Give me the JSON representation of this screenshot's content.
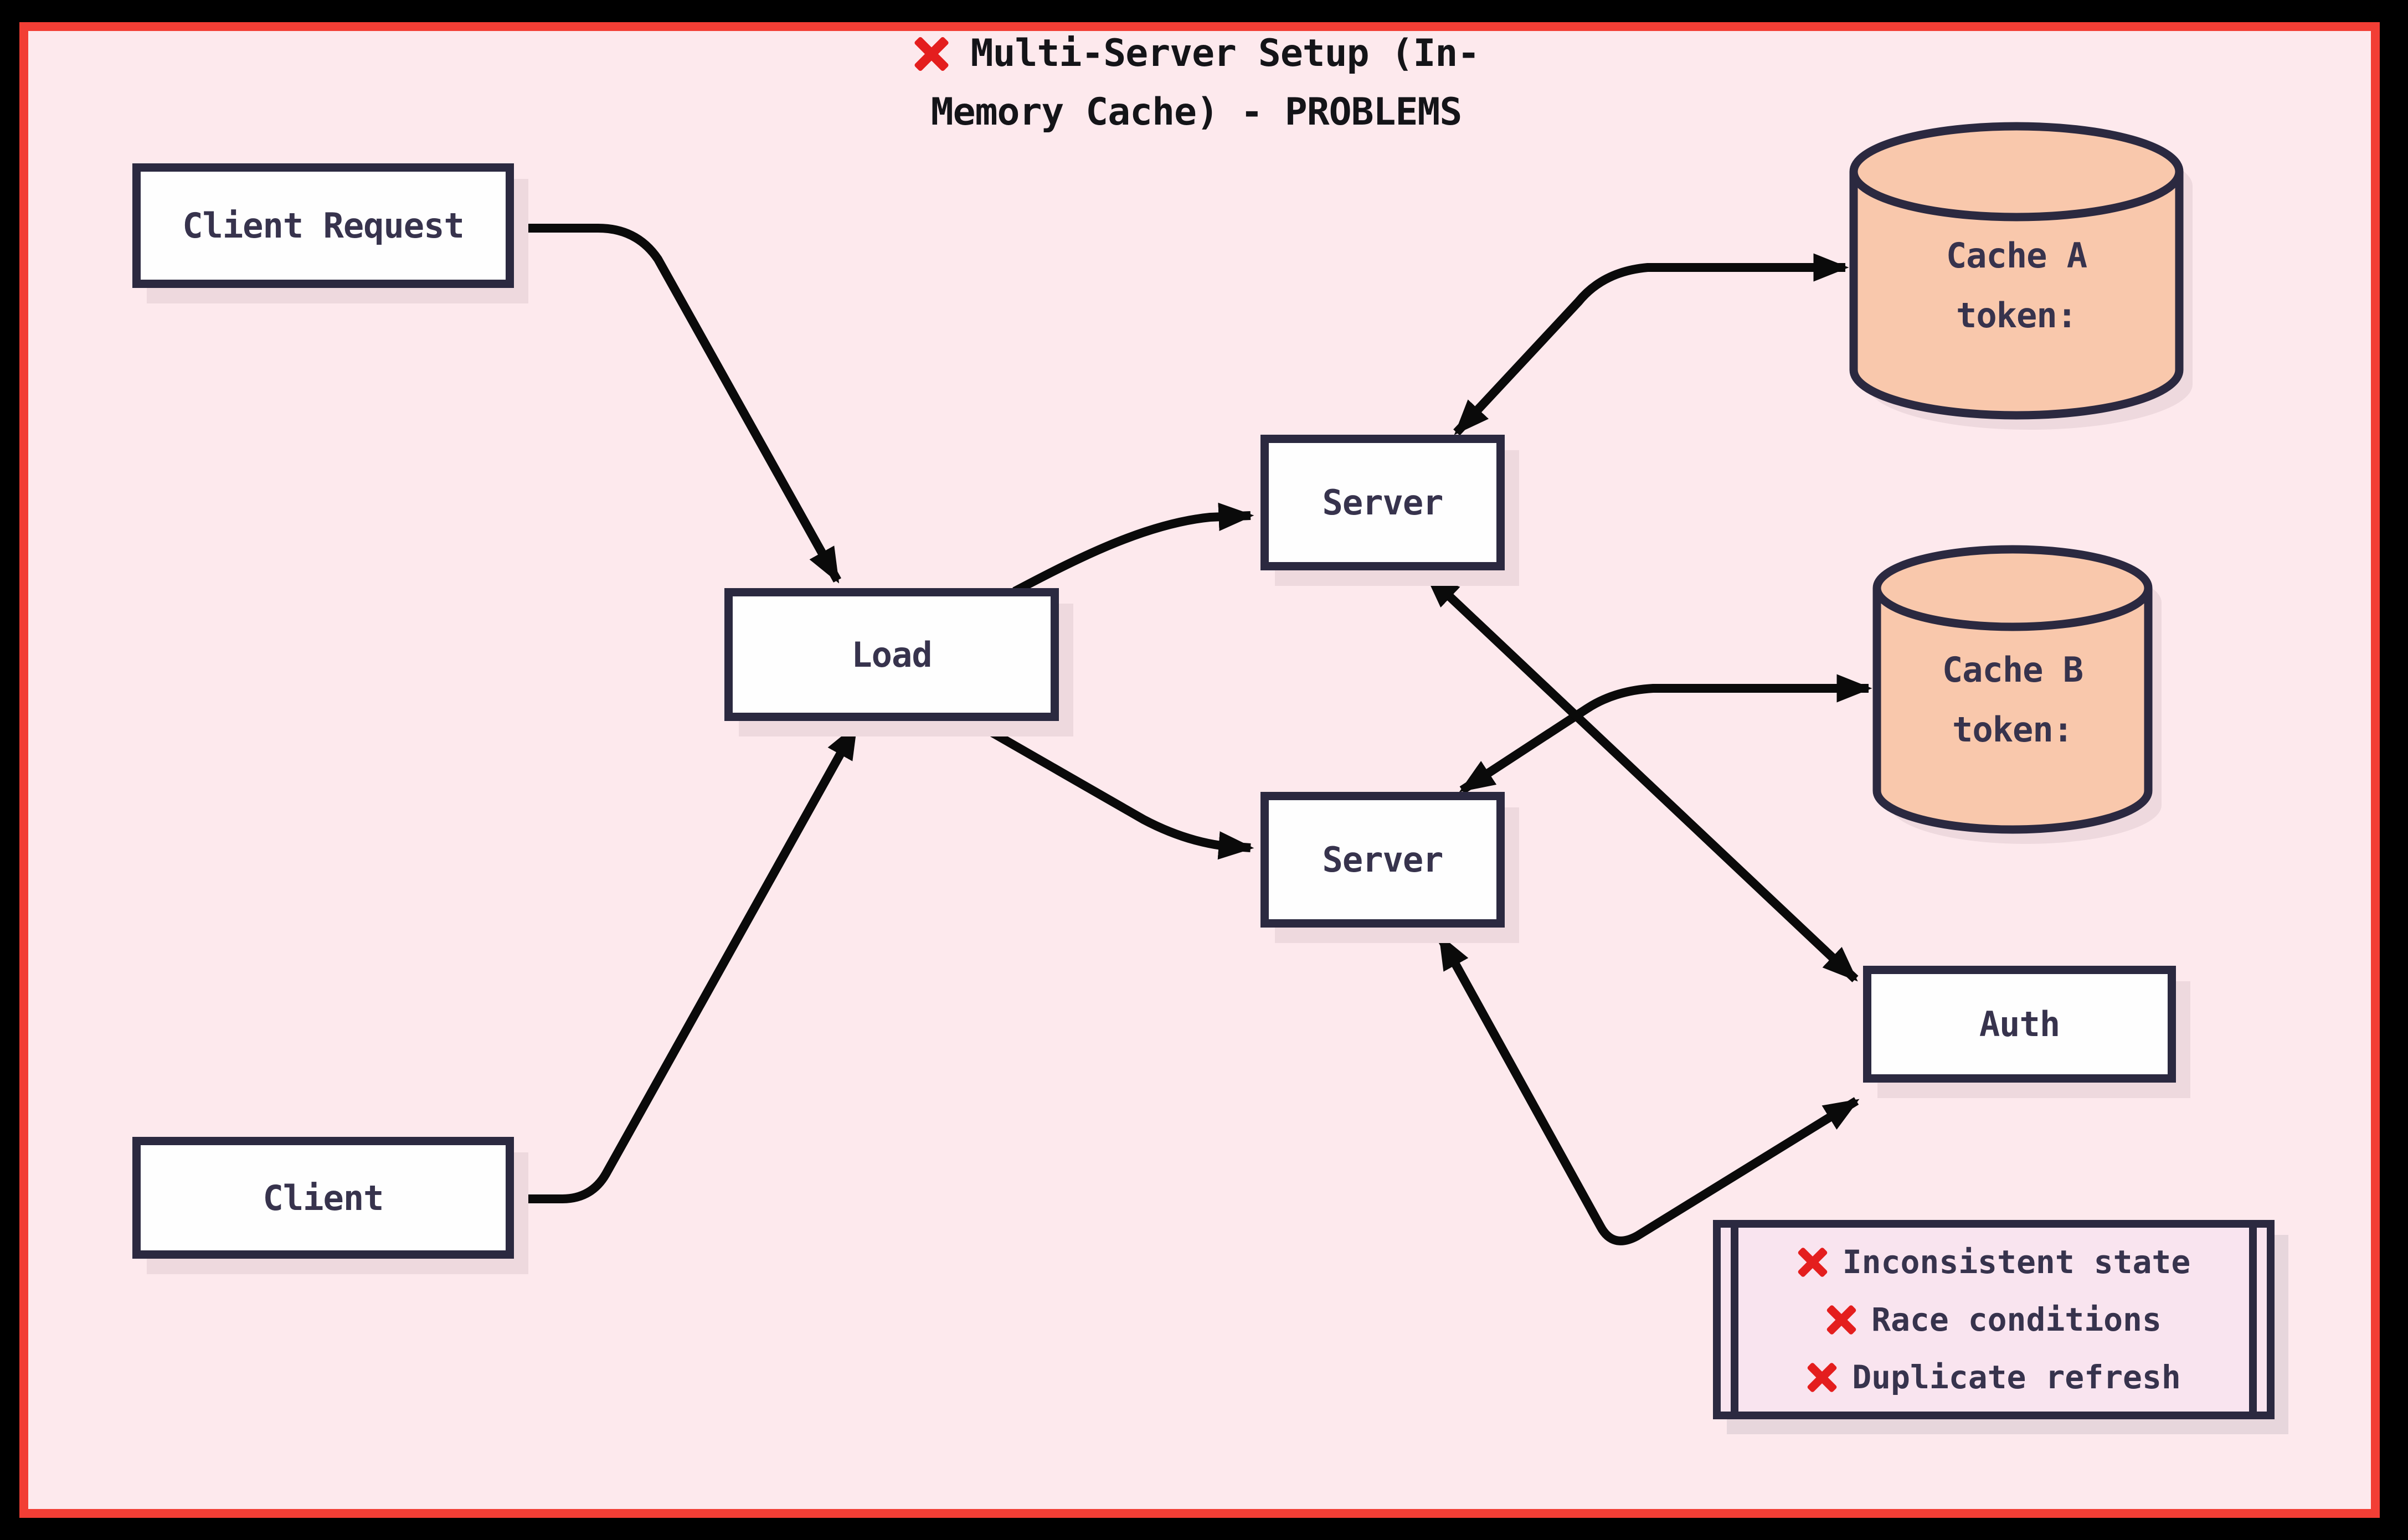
{
  "diagram": {
    "title": {
      "icon": "❌",
      "line1": "Multi-Server Setup (In-",
      "line2": "Memory Cache) - PROBLEMS"
    },
    "nodes": {
      "client_request": {
        "label": "Client Request",
        "shape": "rectangle"
      },
      "client": {
        "label": "Client",
        "shape": "rectangle"
      },
      "load": {
        "label": "Load",
        "shape": "rectangle"
      },
      "server_top": {
        "label": "Server",
        "shape": "rectangle"
      },
      "server_bottom": {
        "label": "Server",
        "shape": "rectangle"
      },
      "auth": {
        "label": "Auth",
        "shape": "rectangle"
      },
      "cache_a": {
        "line1": "Cache A",
        "line2": "token:",
        "shape": "cylinder"
      },
      "cache_b": {
        "line1": "Cache B",
        "line2": "token:",
        "shape": "cylinder"
      }
    },
    "problems": {
      "items": [
        {
          "icon": "❌",
          "text": "Inconsistent state"
        },
        {
          "icon": "❌",
          "text": "Race conditions"
        },
        {
          "icon": "❌",
          "text": "Duplicate refresh"
        }
      ]
    },
    "edges": [
      {
        "from": "client_request",
        "to": "load",
        "direction": "one-way"
      },
      {
        "from": "client",
        "to": "load",
        "direction": "one-way"
      },
      {
        "from": "load",
        "to": "server_top",
        "direction": "one-way"
      },
      {
        "from": "load",
        "to": "server_bottom",
        "direction": "one-way"
      },
      {
        "from": "server_top",
        "to": "cache_a",
        "direction": "two-way"
      },
      {
        "from": "server_bottom",
        "to": "cache_b",
        "direction": "two-way"
      },
      {
        "from": "server_top",
        "to": "auth",
        "direction": "two-way"
      },
      {
        "from": "server_bottom",
        "to": "auth",
        "direction": "two-way"
      }
    ],
    "colors": {
      "background": "#fde9ed",
      "outer_frame": "#f23e35",
      "outer_margin": "#000000",
      "node_fill": "#fefefe",
      "node_stroke": "#2b2940",
      "text": "#37334d",
      "cylinder_fill": "#f9c8ac",
      "problems_fill": "#f9e4ef",
      "error_x": "#e41e1e",
      "arrow": "#0a0a0a",
      "shadow": "#eed9de"
    }
  }
}
